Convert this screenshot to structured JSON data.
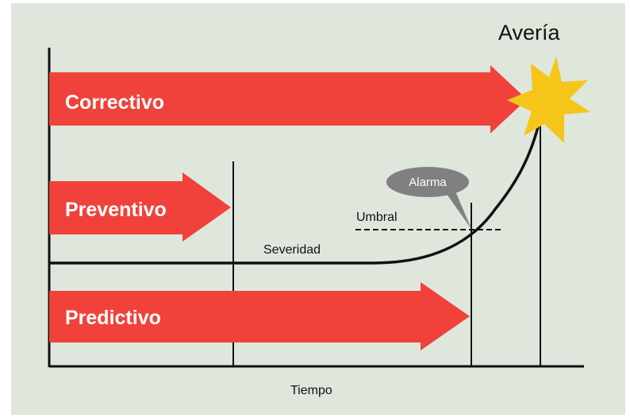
{
  "failure_label": "Avería",
  "arrows": {
    "corrective": "Correctivo",
    "preventive": "Preventivo",
    "predictive": "Predictivo"
  },
  "severity_label": "Severidad",
  "threshold_label": "Umbral",
  "alarm_label": "Alarma",
  "x_axis_label": "Tiempo",
  "colors": {
    "background": "#dfe6dc",
    "arrow": "#f0423a",
    "star": "#f6c51a",
    "bubble": "#808080",
    "line": "#111111"
  }
}
